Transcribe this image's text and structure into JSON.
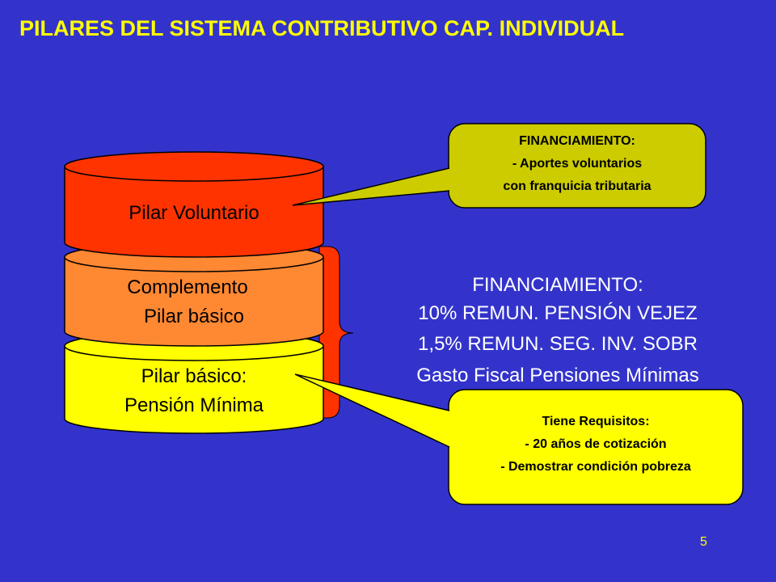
{
  "slide": {
    "title": "PILARES DEL SISTEMA CONTRIBUTIVO CAP. INDIVIDUAL",
    "page_number": "5",
    "colors": {
      "background": "#3333cc",
      "title": "#ffff00",
      "pilar_voluntario": "#ff3300",
      "complemento": "#ff8833",
      "pilar_basico": "#ffff00",
      "financiamiento_box": "#cccc00",
      "brace": "#ff3300"
    }
  },
  "pillars": [
    {
      "id": "voluntario",
      "lines": [
        "Pilar Voluntario"
      ]
    },
    {
      "id": "complemento",
      "lines": [
        "Complemento",
        "Pilar básico"
      ]
    },
    {
      "id": "basico",
      "lines": [
        "Pilar básico:",
        "Pensión Mínima"
      ]
    }
  ],
  "financiamiento_center": {
    "lines": [
      "FINANCIAMIENTO:",
      "10% REMUN. PENSIÓN VEJEZ",
      "1,5% REMUN. SEG. INV. SOBR",
      "Gasto Fiscal Pensiones Mínimas"
    ]
  },
  "callout_voluntario": {
    "lines": [
      "FINANCIAMIENTO:",
      "- Aportes voluntarios",
      "con franquicia tributaria"
    ]
  },
  "callout_basico": {
    "lines": [
      "Tiene Requisitos:",
      "- 20 años de cotización",
      "- Demostrar condición pobreza"
    ]
  }
}
